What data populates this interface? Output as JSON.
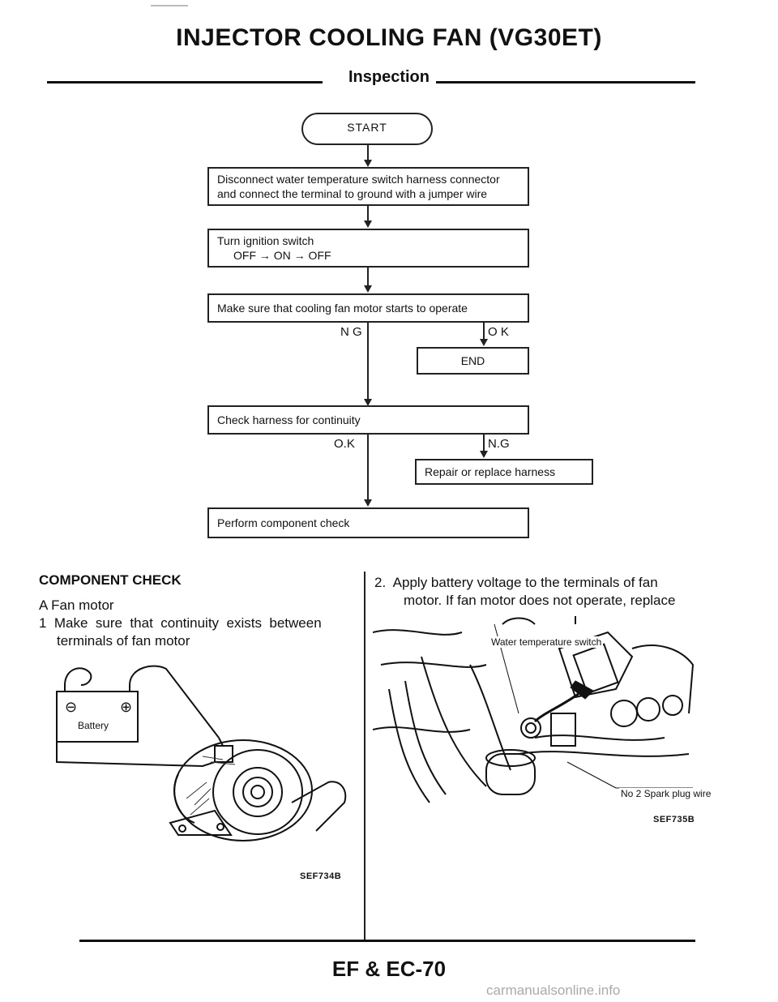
{
  "page": {
    "title": "INJECTOR COOLING FAN (VG30ET)",
    "section": "Inspection",
    "footer": "EF & EC-70",
    "watermark": "carmanualsonline.info"
  },
  "flowchart": {
    "start": "START",
    "step1_line1": "Disconnect water temperature switch harness connector",
    "step1_line2": "and connect the terminal to ground with a jumper wire",
    "step2_line1": "Turn ignition switch",
    "step2_line2": "OFF → ON → OFF",
    "step3": "Make sure that cooling fan motor starts to operate",
    "ng1": "N G",
    "ok1": "O K",
    "end": "END",
    "step4": "Check harness for continuity",
    "ok2": "O.K",
    "ng2": "N.G",
    "repair": "Repair or replace harness",
    "step5": "Perform component check"
  },
  "left": {
    "heading": "COMPONENT CHECK",
    "item_a": "A  Fan motor",
    "item_1_line1": "1  Make  sure  that  continuity  exists  between",
    "item_1_line2": "terminals of fan motor",
    "battery_label": "Battery",
    "minus": "⊖",
    "plus": "⊕",
    "figure_code": "SEF734B"
  },
  "right": {
    "item_2_line1": "2.  Apply battery voltage to the terminals of fan",
    "item_2_line2": "motor. If fan motor does not operate, replace",
    "callout_switch": "Water temperature switch",
    "callout_plug": "No 2 Spark plug wire",
    "figure_code": "SEF735B"
  }
}
